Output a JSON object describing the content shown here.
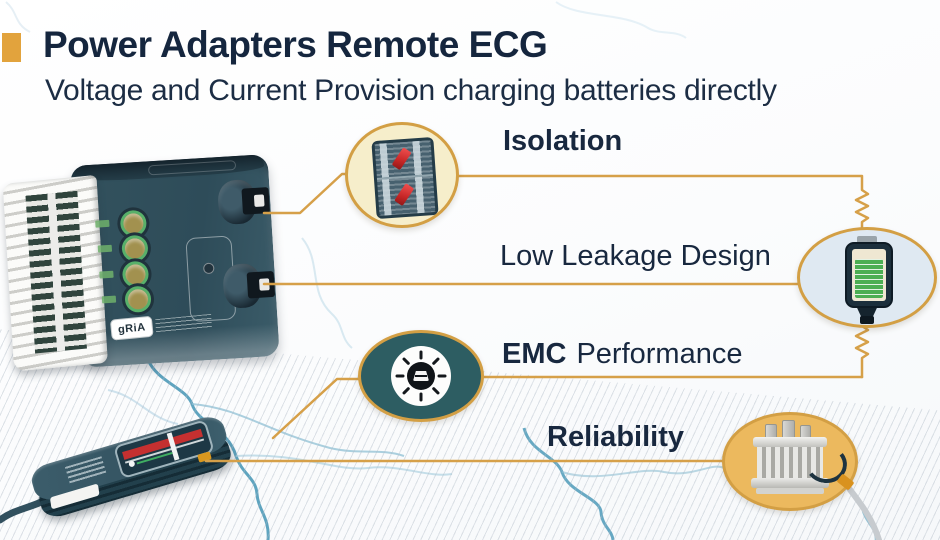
{
  "header": {
    "title": "Power Adapters Remote ECG",
    "subtitle": "Voltage and Current Provision charging batteries directly"
  },
  "features": {
    "isolation": {
      "label": "Isolation"
    },
    "low_leakage": {
      "label": "Low Leakage Design"
    },
    "emc": {
      "label_primary": "EMC",
      "label_secondary": "Performance"
    },
    "reliability": {
      "label": "Reliability"
    }
  },
  "adapter": {
    "brand": "gRiA"
  },
  "icons": {
    "isolation": "breaker-panel-icon",
    "low_leakage": "ecg-monitor-icon",
    "emc": "emc-radiation-icon",
    "reliability": "transformer-icon"
  },
  "colors": {
    "accent_line": "#d6a049",
    "title_text": "#15263e",
    "bullet_orange": "#e2a33d",
    "isolation_circle": "#f6eecb",
    "low_leakage_circle": "#dfe9f2",
    "emc_circle": "#2d5d62",
    "reliability_circle": "#ecb95e",
    "device_teal": "#31505e",
    "trace_blue": "#4e9ab8"
  }
}
